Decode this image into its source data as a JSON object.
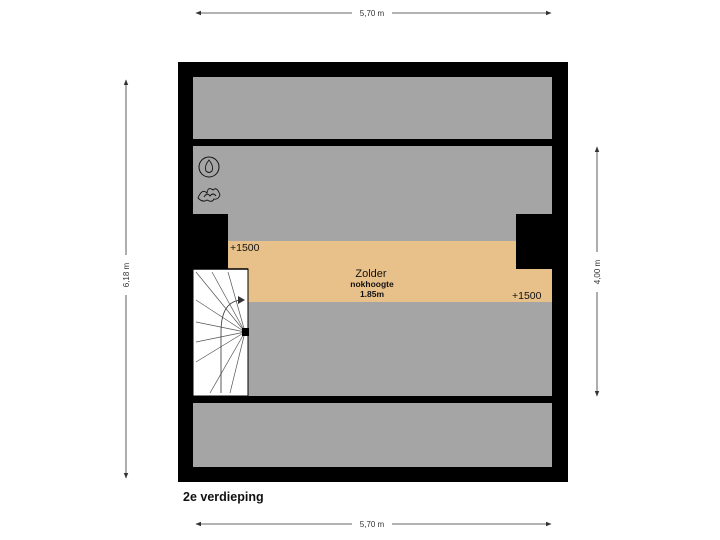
{
  "dimensions": {
    "top_width": "5,70 m",
    "bottom_width": "5,70 m",
    "left_height": "6,18 m",
    "right_height": "4,00 m"
  },
  "room": {
    "name": "Zolder",
    "subtitle": "nokhoogte",
    "ridge_height": "1.85m"
  },
  "levels": {
    "left": "+1500",
    "right": "+1500"
  },
  "floor_label": "2e verdieping",
  "colors": {
    "wall": "#000000",
    "low_area": "#a5a5a5",
    "standing_area": "#e8c08a",
    "stairs": "#ffffff",
    "dimension_line": "#333333"
  },
  "icons": [
    "smoke-detector-icon",
    "heater-flame-icon"
  ]
}
